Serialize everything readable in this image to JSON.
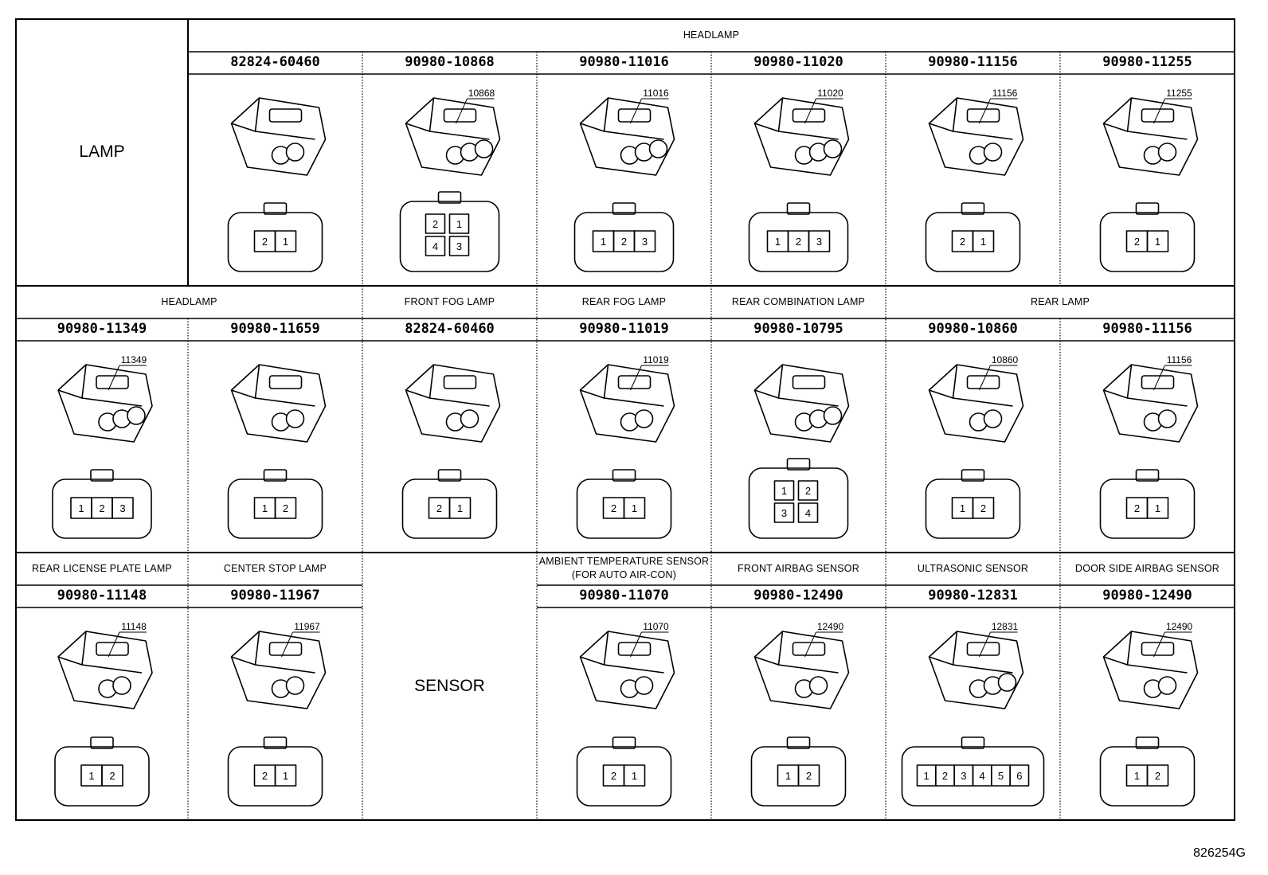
{
  "figure_code": "826254G",
  "row1": {
    "group_label": "LAMP",
    "header": "HEADLAMP",
    "connectors": [
      {
        "part": "82824-60460",
        "callout": "",
        "pins": [
          "2",
          "1"
        ]
      },
      {
        "part": "90980-10868",
        "callout": "10868",
        "pins": [
          "2",
          "1",
          "4",
          "3"
        ]
      },
      {
        "part": "90980-11016",
        "callout": "11016",
        "pins": [
          "1",
          "2",
          "3"
        ]
      },
      {
        "part": "90980-11020",
        "callout": "11020",
        "pins": [
          "1",
          "2",
          "3"
        ]
      },
      {
        "part": "90980-11156",
        "callout": "11156",
        "pins": [
          "2",
          "1"
        ]
      },
      {
        "part": "90980-11255",
        "callout": "11255",
        "pins": [
          "2",
          "1"
        ]
      }
    ]
  },
  "row2": {
    "headers": [
      "HEADLAMP",
      "FRONT FOG LAMP",
      "REAR FOG LAMP",
      "REAR COMBINATION LAMP",
      "REAR LAMP"
    ],
    "connectors": [
      {
        "part": "90980-11349",
        "callout": "11349",
        "pins": [
          "1",
          "2",
          "3"
        ]
      },
      {
        "part": "90980-11659",
        "callout": "",
        "pins": [
          "1",
          "2"
        ]
      },
      {
        "part": "82824-60460",
        "callout": "",
        "pins": [
          "2",
          "1"
        ]
      },
      {
        "part": "90980-11019",
        "callout": "11019",
        "pins": [
          "2",
          "1"
        ]
      },
      {
        "part": "90980-10795",
        "callout": "",
        "pins": [
          "1",
          "2",
          "3",
          "4"
        ]
      },
      {
        "part": "90980-10860",
        "callout": "10860",
        "pins": [
          "1",
          "2"
        ]
      },
      {
        "part": "90980-11156",
        "callout": "11156",
        "pins": [
          "2",
          "1"
        ]
      }
    ]
  },
  "row3": {
    "group_label": "SENSOR",
    "headers": [
      "REAR LICENSE PLATE LAMP",
      "CENTER STOP LAMP",
      "AMBIENT TEMPERATURE SENSOR",
      "(FOR AUTO AIR-CON)",
      "FRONT AIRBAG SENSOR",
      "ULTRASONIC SENSOR",
      "DOOR SIDE AIRBAG SENSOR"
    ],
    "connectors": [
      {
        "part": "90980-11148",
        "callout": "11148",
        "pins": [
          "1",
          "2"
        ]
      },
      {
        "part": "90980-11967",
        "callout": "11967",
        "pins": [
          "2",
          "1"
        ]
      },
      {
        "part": "90980-11070",
        "callout": "11070",
        "pins": [
          "2",
          "1"
        ]
      },
      {
        "part": "90980-12490",
        "callout": "12490",
        "pins": [
          "1",
          "2"
        ]
      },
      {
        "part": "90980-12831",
        "callout": "12831",
        "pins": [
          "1",
          "2",
          "3",
          "4",
          "5",
          "6"
        ]
      },
      {
        "part": "90980-12490",
        "callout": "12490",
        "pins": [
          "1",
          "2"
        ]
      }
    ]
  }
}
